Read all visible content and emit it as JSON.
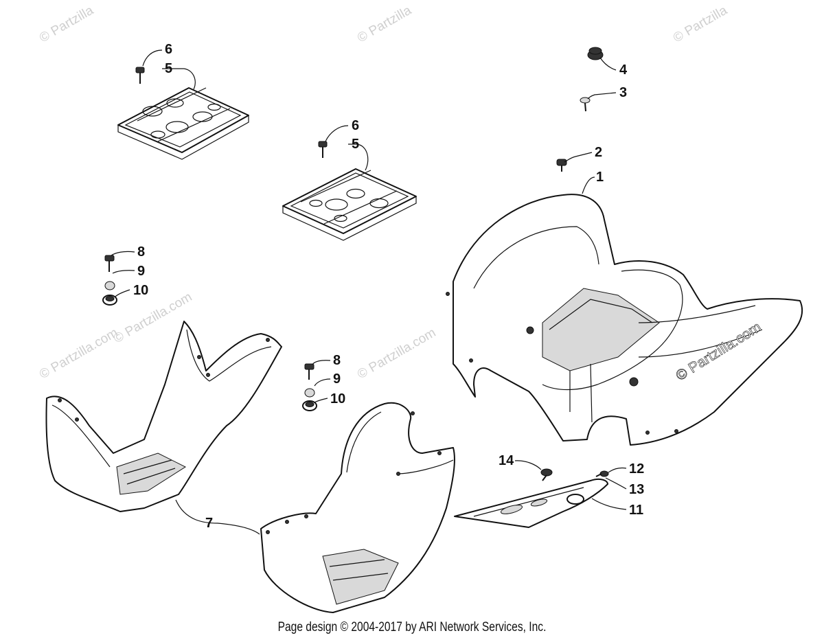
{
  "watermarks": [
    "© Partzilla",
    "© Partzilla",
    "© Partzilla",
    "© Partzilla.com",
    "© Partzilla.com",
    "© Partzilla.com",
    "© Partzilla.com"
  ],
  "callouts": {
    "c1": "1",
    "c2": "2",
    "c3": "3",
    "c4": "4",
    "c5a": "5",
    "c6a": "6",
    "c5b": "5",
    "c6b": "6",
    "c7": "7",
    "c8a": "8",
    "c9a": "9",
    "c10a": "10",
    "c8b": "8",
    "c9b": "9",
    "c10b": "10",
    "c11": "11",
    "c12": "12",
    "c13": "13",
    "c14": "14"
  },
  "footer": "Page design © 2004-2017 by ARI Network Services, Inc."
}
